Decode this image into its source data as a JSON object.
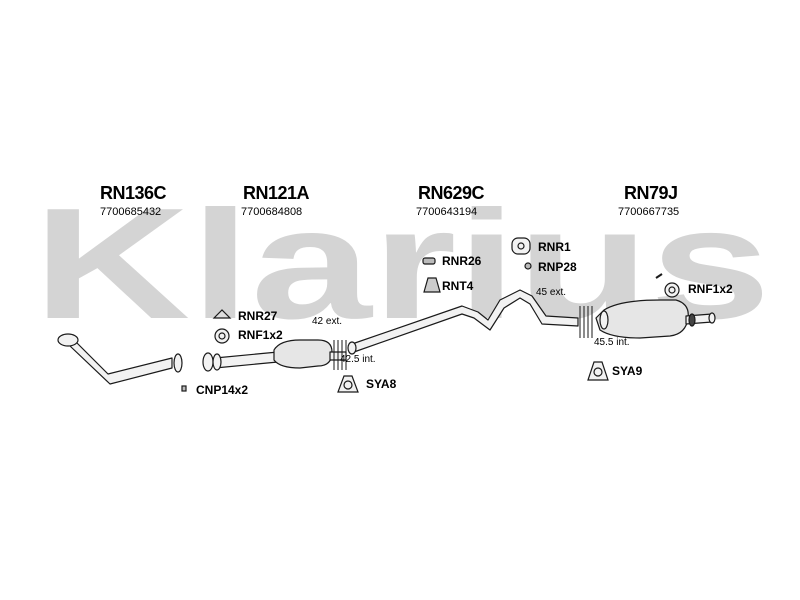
{
  "watermark": {
    "text": "Klarius",
    "color": "#d4d4d4"
  },
  "colors": {
    "pipe": "#f2f2f2",
    "line": "#1a1a1a",
    "part": "#e6e6e6"
  },
  "parts": [
    {
      "title": "RN136C",
      "number": "7700685432"
    },
    {
      "title": "RN121A",
      "number": "7700684808"
    },
    {
      "title": "RN629C",
      "number": "7700643194"
    },
    {
      "title": "RN79J",
      "number": "7700667735"
    }
  ],
  "fittings": {
    "rnr27": "RNR27",
    "rnf1x2_left": "RNF1x2",
    "cnp14x2": "CNP14x2",
    "sya8": "SYA8",
    "rnr26": "RNR26",
    "rnt4": "RNT4",
    "rnr1": "RNR1",
    "rnp28": "RNP28",
    "rnf1x2_right": "RNF1x2",
    "sya9": "SYA9"
  },
  "dimensions": {
    "d42ext": "42 ext.",
    "d42_5int": "42.5 int.",
    "d45ext": "45 ext.",
    "d45_5int": "45.5 int."
  },
  "icons": [
    "clamp-icon",
    "ring-icon",
    "gasket-icon",
    "hanger-icon",
    "mount-icon",
    "rubber-mount-icon",
    "bracket-icon",
    "buffer-icon"
  ]
}
